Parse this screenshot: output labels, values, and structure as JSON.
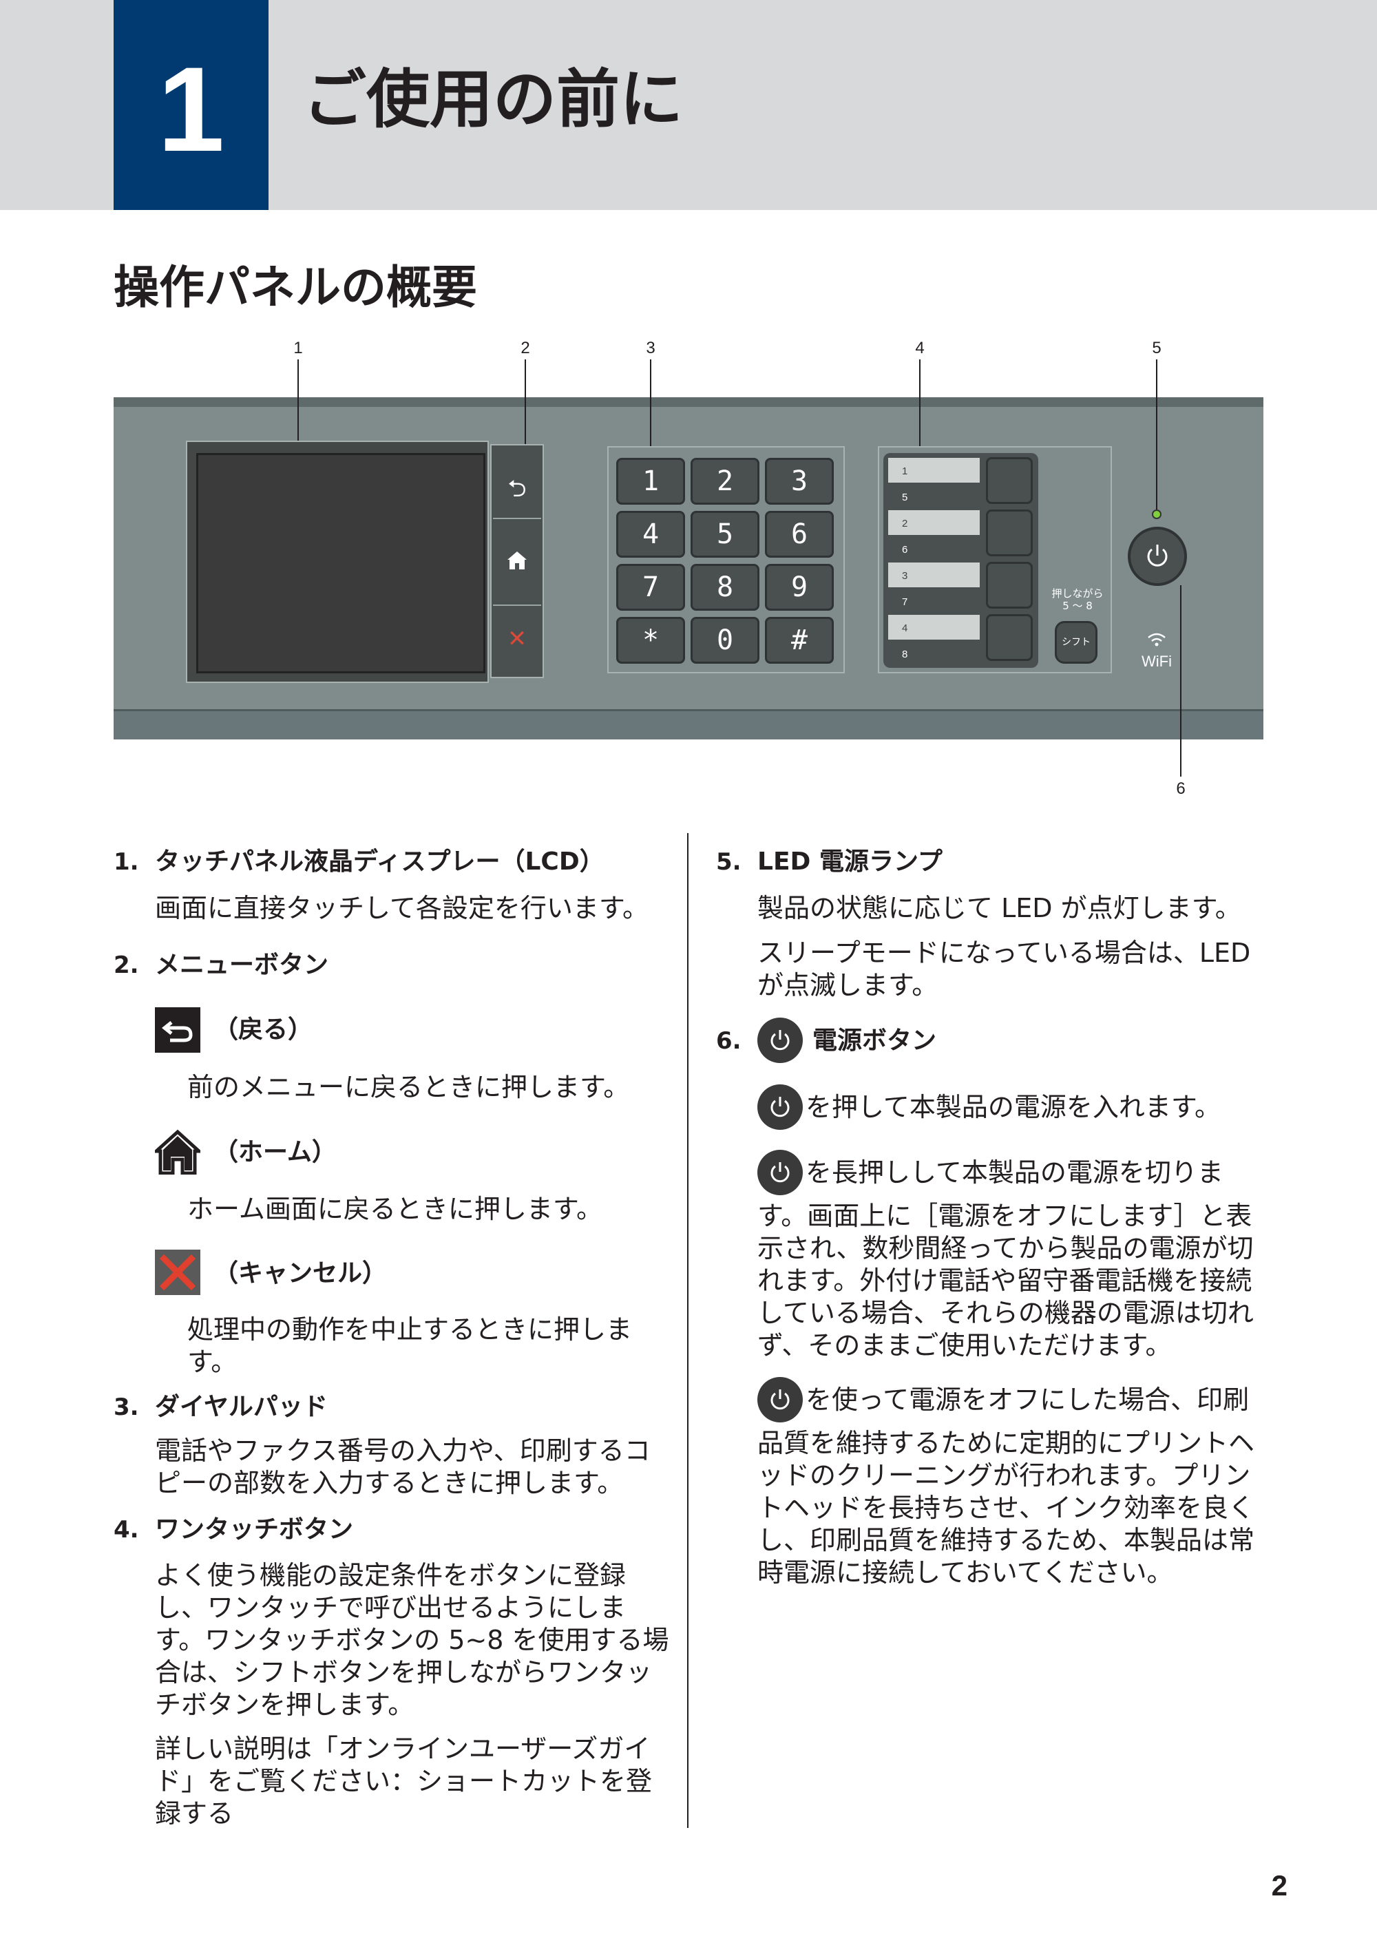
{
  "chapter": {
    "number": "1",
    "title": "ご使用の前に"
  },
  "section_title": "操作パネルの概要",
  "figure": {
    "callouts": [
      "1",
      "2",
      "3",
      "4",
      "5",
      "6"
    ],
    "keypad": [
      "1",
      "2",
      "3",
      "4",
      "5",
      "6",
      "7",
      "8",
      "9",
      "*",
      "0",
      "#"
    ],
    "onetouch_labels": [
      "1",
      "5",
      "2",
      "6",
      "3",
      "7",
      "4",
      "8"
    ],
    "shift_caption_1": "押しながら",
    "shift_caption_2": "5 ～ 8",
    "shift_button": "シフト",
    "wifi_label": "WiFi"
  },
  "items": {
    "i1": {
      "num": "1.",
      "title": "タッチパネル液晶ディスプレー（LCD）",
      "desc": "画面に直接タッチして各設定を行います。"
    },
    "i2": {
      "num": "2.",
      "title": "メニューボタン",
      "back": {
        "label": "（戻る）",
        "desc": "前のメニューに戻るときに押します。"
      },
      "home": {
        "label": "（ホーム）",
        "desc": "ホーム画面に戻るときに押します。"
      },
      "cancel": {
        "label": "（キャンセル）",
        "desc": "処理中の動作を中止するときに押します。"
      }
    },
    "i3": {
      "num": "3.",
      "title": "ダイヤルパッド",
      "desc": "電話やファクス番号の入力や、印刷するコピーの部数を入力するときに押します。"
    },
    "i4": {
      "num": "4.",
      "title": "ワンタッチボタン",
      "desc1": "よく使う機能の設定条件をボタンに登録し、ワンタッチで呼び出せるようにします。ワンタッチボタンの 5~8 を使用する場合は、シフトボタンを押しながらワンタッチボタンを押します。",
      "desc2": "詳しい説明は「オンラインユーザーズガイド」をご覧ください：ショートカットを登録する"
    },
    "i5": {
      "num": "5.",
      "title": "LED 電源ランプ",
      "desc1": "製品の状態に応じて LED が点灯します。",
      "desc2": "スリープモードになっている場合は、LED が点滅します。"
    },
    "i6": {
      "num": "6.",
      "title": "電源ボタン",
      "desc1": "を押して本製品の電源を入れます。",
      "desc2a": "を長押しして本製品の電源を切りま",
      "desc2b": "す。画面上に［電源をオフにします］と表示され、数秒間経ってから製品の電源が切れます。外付け電話や留守番電話機を接続している場合、それらの機器の電源は切れず、そのままご使用いただけます。",
      "desc3a": "を使って電源をオフにした場合、印刷",
      "desc3b": "品質を維持するために定期的にプリントヘッドのクリーニングが行われます。プリントヘッドを長持ちさせ、インク効率を良くし、印刷品質を維持するため、本製品は常時電源に接続しておいてください。"
    }
  },
  "page_number": "2"
}
